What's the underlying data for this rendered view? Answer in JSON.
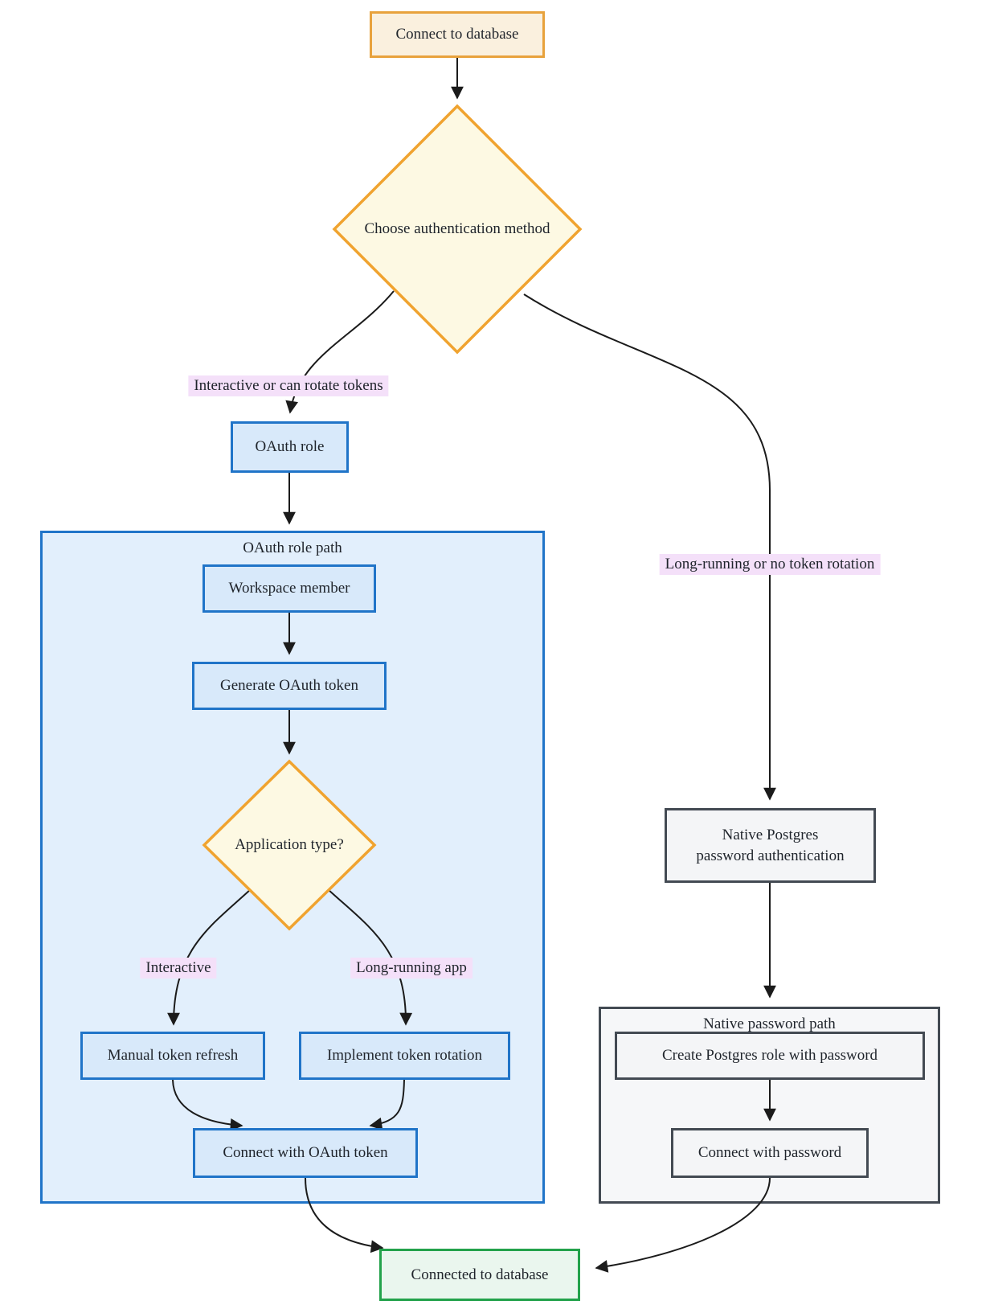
{
  "diagram": {
    "type": "flowchart",
    "nodes": {
      "connect_to_database": {
        "label": "Connect to database"
      },
      "choose_auth_method": {
        "label": "Choose authentication method"
      },
      "oauth_role": {
        "label": "OAuth role"
      },
      "workspace_member": {
        "label": "Workspace member"
      },
      "generate_oauth_token": {
        "label": "Generate OAuth token"
      },
      "application_type": {
        "label": "Application type?"
      },
      "manual_token_refresh": {
        "label": "Manual token refresh"
      },
      "implement_token_rotation": {
        "label": "Implement token rotation"
      },
      "connect_with_oauth_token": {
        "label": "Connect with OAuth token"
      },
      "native_postgres_auth": {
        "line1": "Native Postgres",
        "line2": "password authentication"
      },
      "create_postgres_role": {
        "label": "Create Postgres role with password"
      },
      "connect_with_password": {
        "label": "Connect with password"
      },
      "connected_to_database": {
        "label": "Connected to database"
      }
    },
    "subgraphs": {
      "oauth_role_path": {
        "title": "OAuth role path"
      },
      "native_password_path": {
        "title": "Native password path"
      }
    },
    "edge_labels": {
      "interactive_or_rotate": "Interactive or can rotate tokens",
      "long_running_or_no_rotation": "Long-running or no token rotation",
      "interactive": "Interactive",
      "long_running_app": "Long-running app"
    },
    "edges": [
      {
        "from": "Connect to database",
        "to": "Choose authentication method",
        "label": ""
      },
      {
        "from": "Choose authentication method",
        "to": "OAuth role",
        "label": "Interactive or can rotate tokens"
      },
      {
        "from": "Choose authentication method",
        "to": "Native Postgres password authentication",
        "label": "Long-running or no token rotation"
      },
      {
        "from": "OAuth role",
        "to": "OAuth role path",
        "label": ""
      },
      {
        "from": "Workspace member",
        "to": "Generate OAuth token",
        "label": ""
      },
      {
        "from": "Generate OAuth token",
        "to": "Application type?",
        "label": ""
      },
      {
        "from": "Application type?",
        "to": "Manual token refresh",
        "label": "Interactive"
      },
      {
        "from": "Application type?",
        "to": "Implement token rotation",
        "label": "Long-running app"
      },
      {
        "from": "Manual token refresh",
        "to": "Connect with OAuth token",
        "label": ""
      },
      {
        "from": "Implement token rotation",
        "to": "Connect with OAuth token",
        "label": ""
      },
      {
        "from": "Native Postgres password authentication",
        "to": "Native password path",
        "label": ""
      },
      {
        "from": "Create Postgres role with password",
        "to": "Connect with password",
        "label": ""
      },
      {
        "from": "Connect with OAuth token",
        "to": "Connected to database",
        "label": ""
      },
      {
        "from": "Connect with password",
        "to": "Connected to database",
        "label": ""
      }
    ],
    "colors": {
      "orange_border": "#E8A23C",
      "orange_fill": "#FAF0DE",
      "decision_fill": "#FDF9E3",
      "decision_border": "#F0A32F",
      "blue_border": "#2074C8",
      "blue_node_fill": "#D8E9FA",
      "blue_container_fill": "#E2EFFC",
      "gray_border": "#434A53",
      "gray_node_fill": "#F4F5F7",
      "gray_container_fill": "#F6F7F9",
      "green_border": "#23A24B",
      "green_fill": "#EAF6EE",
      "edge_label_bg": "#F4E0F9",
      "edge_color": "#1b1b1b",
      "background": "#ffffff"
    }
  }
}
